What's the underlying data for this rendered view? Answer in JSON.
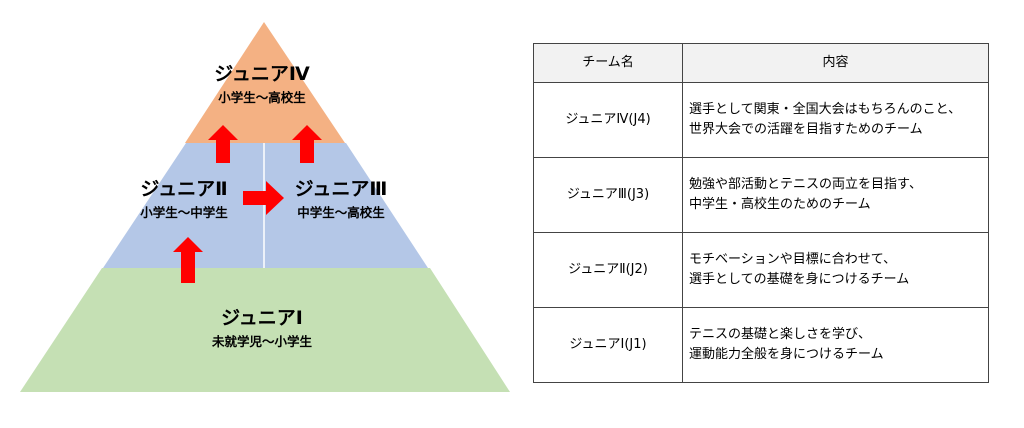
{
  "pyramid": {
    "levels": [
      {
        "name": "ジュニアⅣ",
        "range": "小学生～高校生",
        "color": "#f4b183"
      },
      {
        "name": "ジュニアⅡ",
        "range": "小学生～中学生",
        "color": "#b4c7e7"
      },
      {
        "name": "ジュニアⅢ",
        "range": "中学生～高校生",
        "color": "#b4c7e7"
      },
      {
        "name": "ジュニアⅠ",
        "range": "未就学児～小学生",
        "color": "#c5e0b4"
      }
    ],
    "arrow_color": "#ff0000"
  },
  "table": {
    "headers": {
      "team": "チーム名",
      "content": "内容"
    },
    "rows": [
      {
        "team": "ジュニアⅣ(J4)",
        "line1": "選手として関東・全国大会はもちろんのこと、",
        "line2": "世界大会での活躍を目指すためのチーム"
      },
      {
        "team": "ジュニアⅢ(J3)",
        "line1": "勉強や部活動とテニスの両立を目指す、",
        "line2": "中学生・高校生のためのチーム"
      },
      {
        "team": "ジュニアⅡ(J2)",
        "line1": "モチベーションや目標に合わせて、",
        "line2": "選手としての基礎を身につけるチーム"
      },
      {
        "team": "ジュニアⅠ(J1)",
        "line1": "テニスの基礎と楽しさを学び、",
        "line2": "運動能力全般を身につけるチーム"
      }
    ]
  }
}
